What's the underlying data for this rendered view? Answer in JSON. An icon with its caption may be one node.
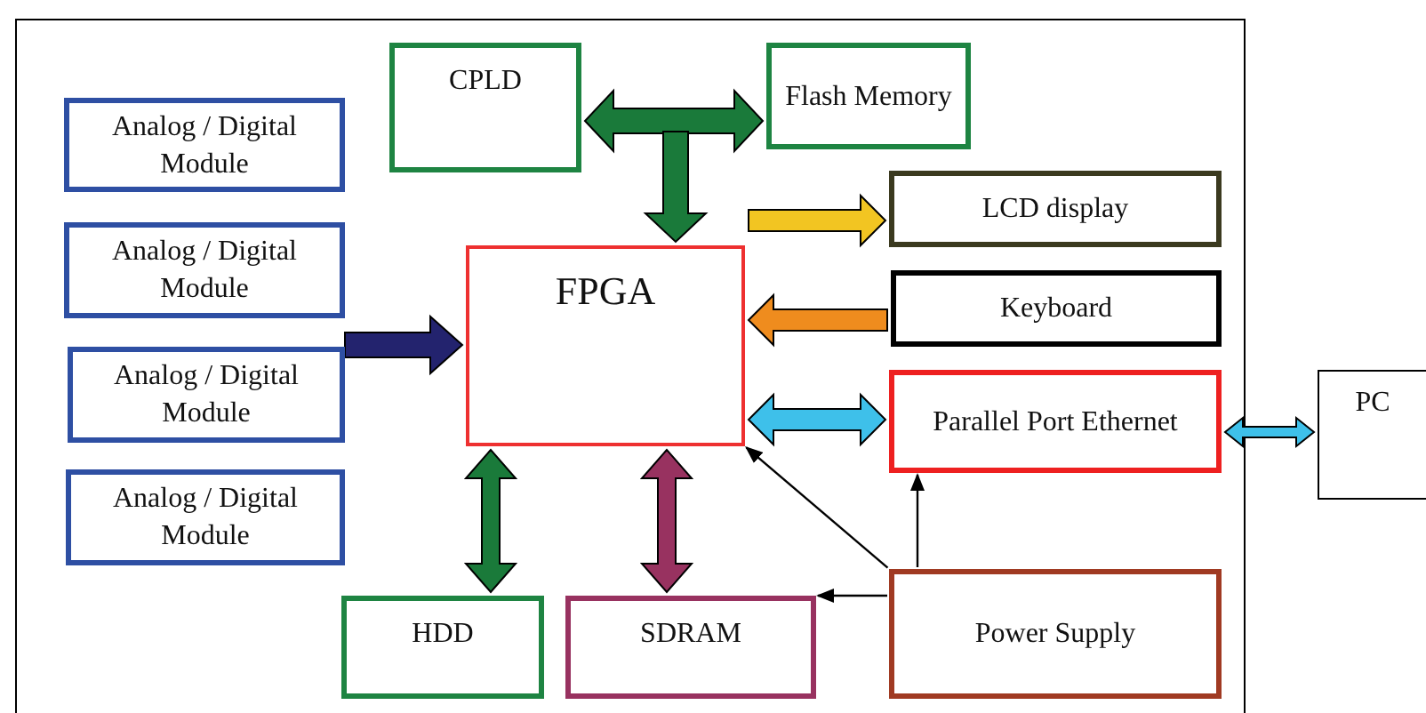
{
  "diagram": {
    "nodes": [
      {
        "text": [
          "CPLD"
        ]
      },
      {
        "text": [
          "Flash Memory"
        ]
      },
      {
        "text": [
          "Analog / Digital Module"
        ]
      },
      {
        "text": [
          "Analog / Digital Module"
        ]
      },
      {
        "text": [
          "Analog / Digital Module"
        ]
      },
      {
        "text": [
          "Analog / Digital Module"
        ]
      },
      {
        "text": [
          "LCD display"
        ]
      },
      {
        "text": [
          "FPGA"
        ]
      },
      {
        "text": [
          "Keyboard"
        ]
      },
      {
        "text": [
          "Parallel Port Ethernet"
        ]
      },
      {
        "text": [
          "PC"
        ]
      },
      {
        "text": [
          "HDD"
        ]
      },
      {
        "text": [
          "SDRAM"
        ]
      },
      {
        "text": [
          "Power Supply"
        ]
      }
    ],
    "edges": [
      {
        "from": 0,
        "to": 1,
        "arrow": "both",
        "style": "thick",
        "color": "#1a7a3a"
      },
      {
        "from": null,
        "to": 7,
        "arrow": "to",
        "style": "thick",
        "color": "#1a7a3a"
      },
      {
        "from": null,
        "to": 7,
        "arrow": "to",
        "style": "thick",
        "color": "#23236e"
      },
      {
        "from": 7,
        "to": 6,
        "arrow": "to",
        "style": "thick",
        "color": "#f2c522"
      },
      {
        "from": 8,
        "to": 7,
        "arrow": "to",
        "style": "thick",
        "color": "#ef8c1e"
      },
      {
        "from": 7,
        "to": 9,
        "arrow": "both",
        "style": "thick",
        "color": "#3ec0ea"
      },
      {
        "from": 9,
        "to": 10,
        "arrow": "both",
        "style": "thick",
        "color": "#3ec0ea"
      },
      {
        "from": 7,
        "to": 11,
        "arrow": "both",
        "style": "thick",
        "color": "#1a7a3a"
      },
      {
        "from": 7,
        "to": 12,
        "arrow": "both",
        "style": "thick",
        "color": "#983260"
      },
      {
        "from": 13,
        "to": 7,
        "arrow": "to"
      },
      {
        "from": 13,
        "to": 9,
        "arrow": "to"
      },
      {
        "from": 13,
        "to": 12,
        "arrow": "to"
      }
    ]
  }
}
